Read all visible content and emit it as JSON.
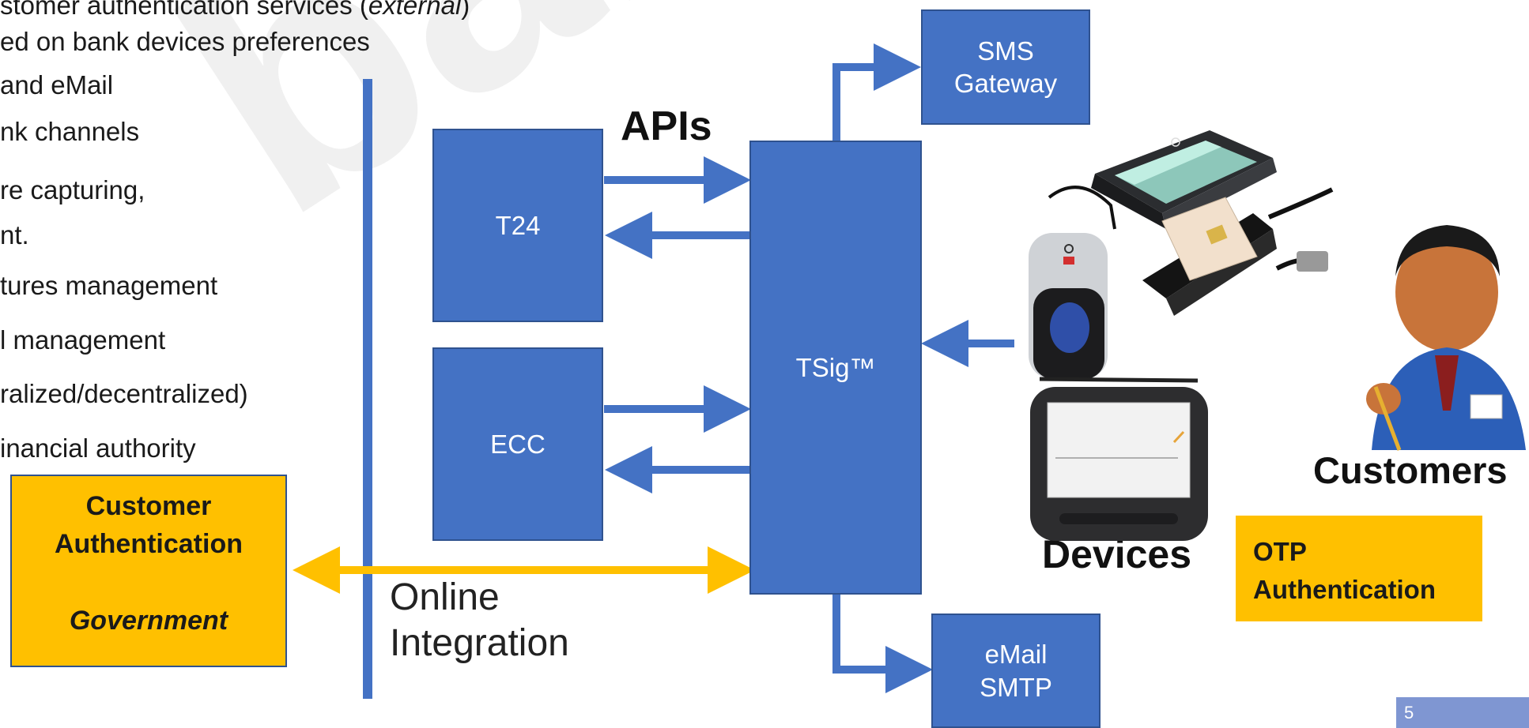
{
  "bullets": [
    {
      "text": "stomer authentication services (",
      "italic": "external",
      "after": ")"
    },
    {
      "text": "ed on bank devices preferences"
    },
    {
      "text": "and eMail"
    },
    {
      "text": "nk channels"
    },
    {
      "text": "re capturing,"
    },
    {
      "text": "nt."
    },
    {
      "text": "tures management"
    },
    {
      "text": "l management"
    },
    {
      "text": "ralized/decentralized)"
    },
    {
      "text": "inancial authority"
    }
  ],
  "boxes": {
    "sms": "SMS\nGateway",
    "t24": "T24",
    "ecc": "ECC",
    "tsig": "TSig™",
    "email": "eMail\nSMTP"
  },
  "labels": {
    "apis": "APIs",
    "online_line1": "Online",
    "online_line2": "Integration",
    "devices": "Devices",
    "customers": "Customers"
  },
  "customer_auth": {
    "line1": "Customer",
    "line2": "Authentication",
    "line3": "Government"
  },
  "otp": {
    "line1": "OTP",
    "line2": "Authentication"
  },
  "watermark": "bankCubes",
  "page_number": "5",
  "colors": {
    "box_blue": "#4472c4",
    "arrow_blue": "#4472c4",
    "gold": "#ffc000"
  },
  "device_icons": [
    "flatbed-scanner-icon",
    "fingerprint-reader-icon",
    "card-reader-icon",
    "signature-pad-icon",
    "customer-person-icon"
  ]
}
